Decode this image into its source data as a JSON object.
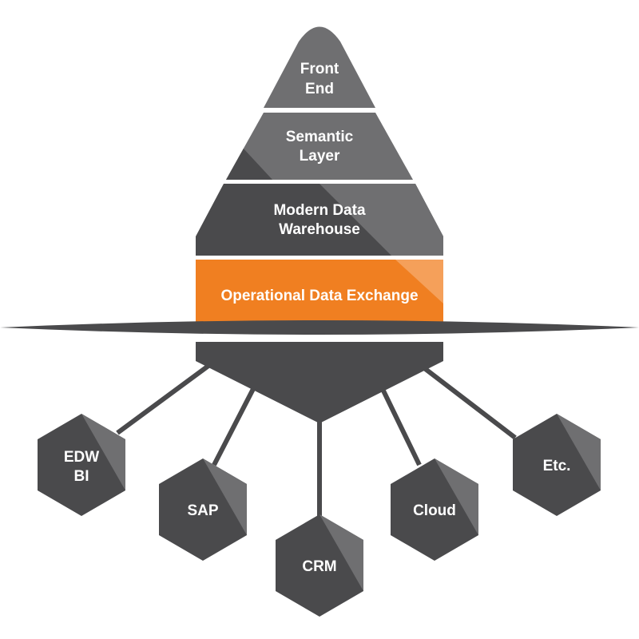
{
  "pyramid": {
    "tier1": {
      "line1": "Front",
      "line2": "End"
    },
    "tier2": {
      "line1": "Semantic",
      "line2": "Layer"
    },
    "tier3": {
      "line1": "Modern Data",
      "line2": "Warehouse"
    },
    "tier4": {
      "label": "Operational Data Exchange"
    }
  },
  "sources": {
    "edw": {
      "line1": "EDW",
      "line2": "BI"
    },
    "sap": {
      "label": "SAP"
    },
    "crm": {
      "label": "CRM"
    },
    "cloud": {
      "label": "Cloud"
    },
    "etc": {
      "label": "Etc."
    }
  },
  "colors": {
    "dark": "#4a4a4c",
    "mid": "#6f6f71",
    "orange": "#f07f21",
    "orange_light": "#f5a05a"
  }
}
